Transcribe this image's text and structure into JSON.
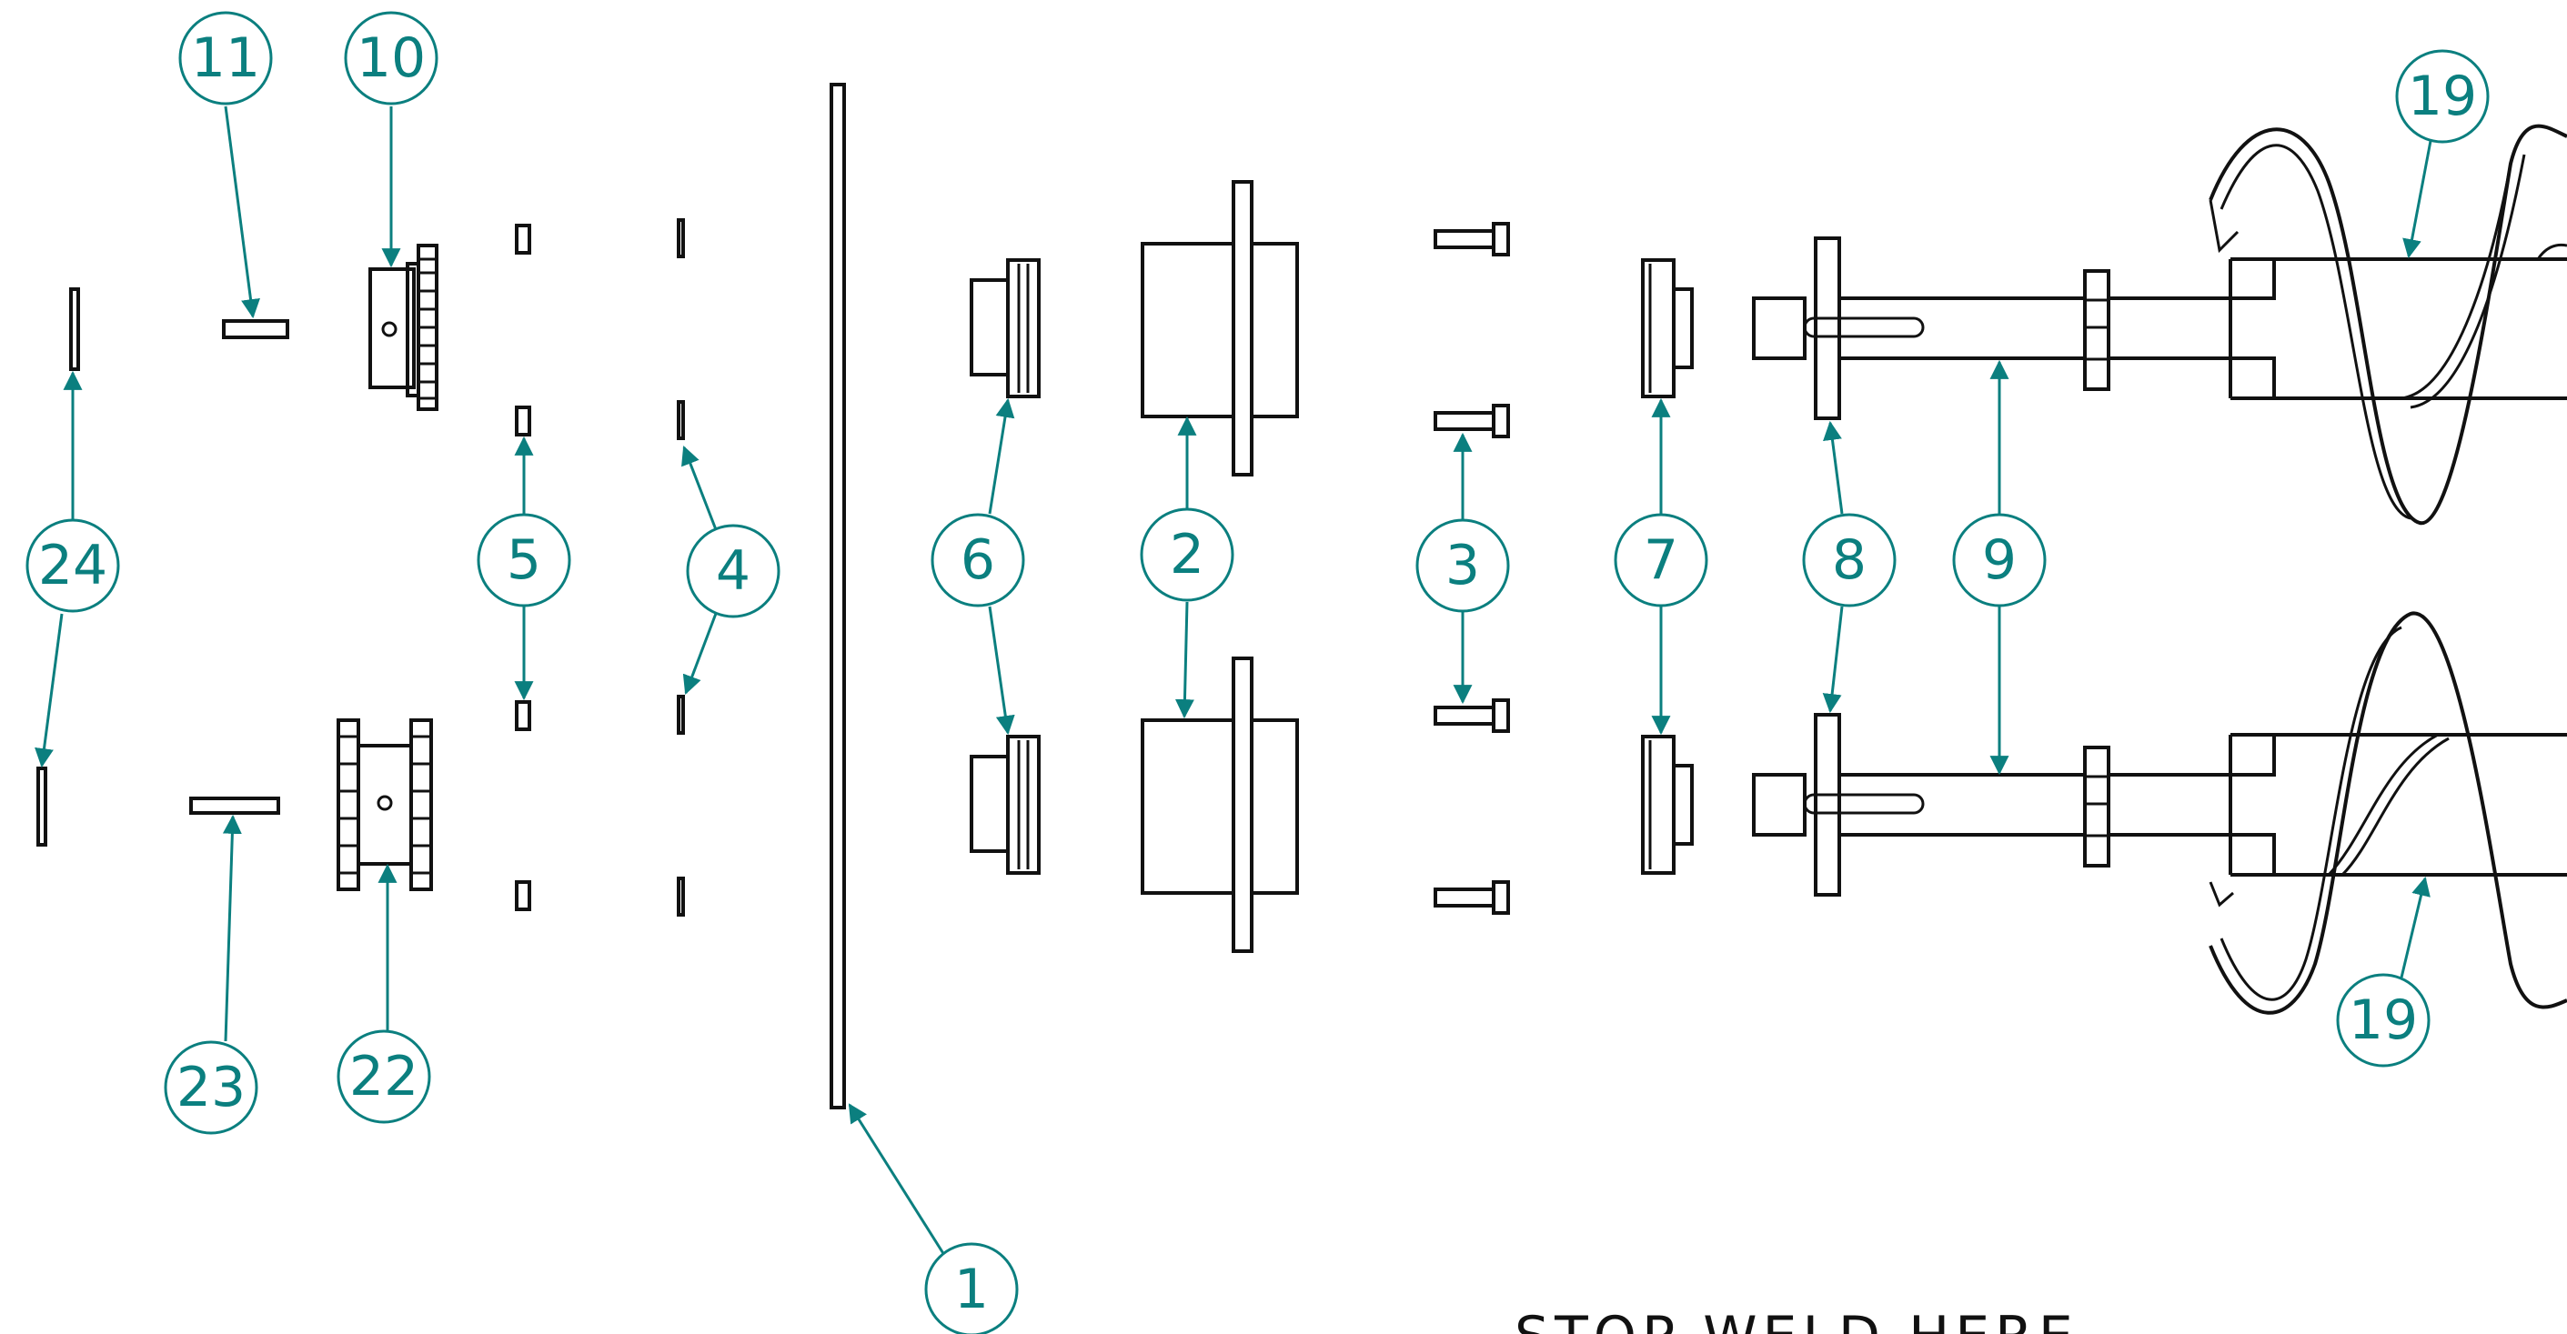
{
  "drawing": {
    "line_color": "#111111",
    "balloon_color": "#0b7f7f",
    "note": "STOP WELD HERE"
  },
  "balloons": {
    "b1": "1",
    "b2": "2",
    "b3": "3",
    "b4": "4",
    "b5": "5",
    "b6": "6",
    "b7": "7",
    "b8": "8",
    "b9": "9",
    "b10": "10",
    "b11": "11",
    "b19_top": "19",
    "b19_bottom": "19",
    "b22": "22",
    "b23": "23",
    "b24": "24"
  }
}
